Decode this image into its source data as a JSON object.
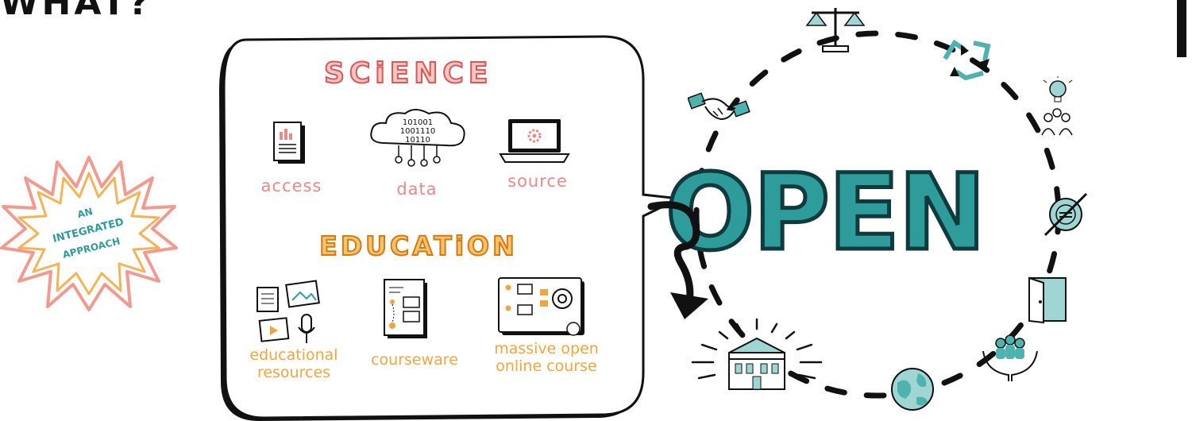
{
  "header": {
    "partial_title": "WHAT?"
  },
  "badge": {
    "line1": "AN",
    "line2": "INTEGRATED",
    "line3": "APPROACH"
  },
  "science": {
    "heading": "SCiENCE",
    "items": [
      {
        "label": "access",
        "icon": "document-chart-icon"
      },
      {
        "label": "data",
        "icon": "data-cloud-icon",
        "binary": [
          "101001",
          "1001110",
          "10110"
        ]
      },
      {
        "label": "source",
        "icon": "laptop-gear-icon"
      }
    ]
  },
  "education": {
    "heading": "EDUCATiON",
    "items": [
      {
        "label_line1": "educational",
        "label_line2": "resources",
        "icon": "media-resources-icon"
      },
      {
        "label_line1": "courseware",
        "label_line2": "",
        "icon": "courseware-document-icon"
      },
      {
        "label_line1": "massive open",
        "label_line2": "online course",
        "icon": "certificate-course-icon"
      }
    ]
  },
  "center": {
    "word": "OPEN"
  },
  "cycle_icons": [
    "scales-icon",
    "recycle-icon",
    "lightbulb-people-icon",
    "crossed-coin-icon",
    "open-door-icon",
    "hands-people-icon",
    "globe-icon",
    "institution-icon",
    "handshake-icon"
  ],
  "colors": {
    "teal": "#2f9c9c",
    "teal_light": "#9fd6d4",
    "pink": "#e78a8a",
    "orange": "#f0a640",
    "ink": "#111111"
  }
}
